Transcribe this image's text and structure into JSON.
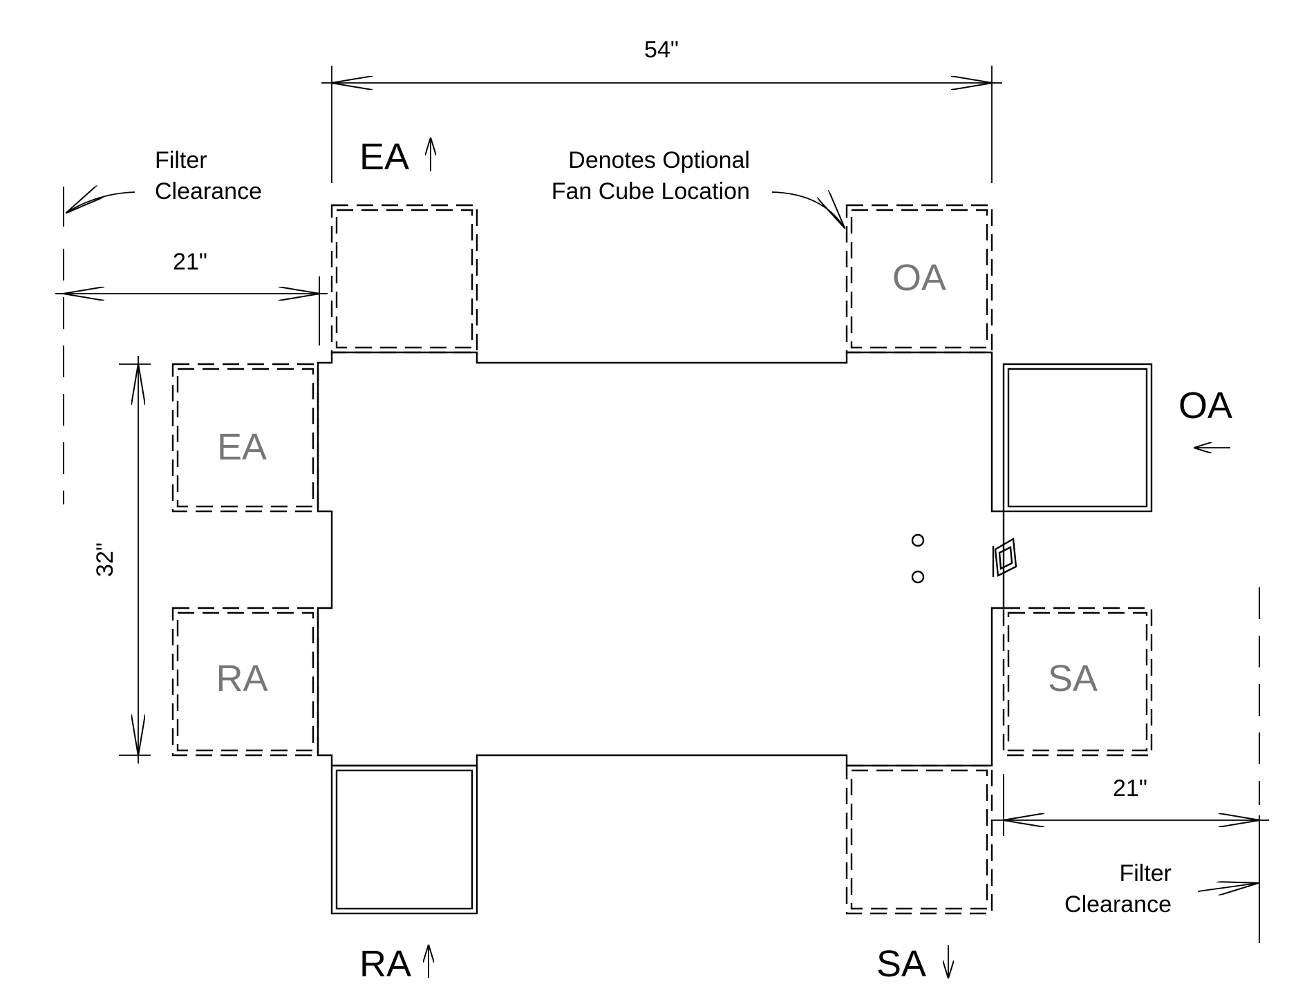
{
  "labels": {
    "dim_width": "54\"",
    "dim_filter_left": "21\"",
    "dim_height": "32\"",
    "dim_filter_right": "21\"",
    "filter_left_line1": "Filter",
    "filter_left_line2": "Clearance",
    "optional_line1": "Denotes Optional",
    "optional_line2": "Fan Cube Location",
    "filter_right_line1": "Filter",
    "filter_right_line2": "Clearance",
    "ea_top": "EA",
    "ea_top_arrow": "↑",
    "oa_right": "OA",
    "oa_right_arrow": "←",
    "ra_bottom": "RA",
    "ra_bottom_arrow": "↑",
    "sa_bottom": "SA",
    "sa_bottom_arrow": "↓",
    "oa_cube": "OA",
    "ea_cube": "EA",
    "ra_cube": "RA",
    "sa_cube": "SA"
  }
}
